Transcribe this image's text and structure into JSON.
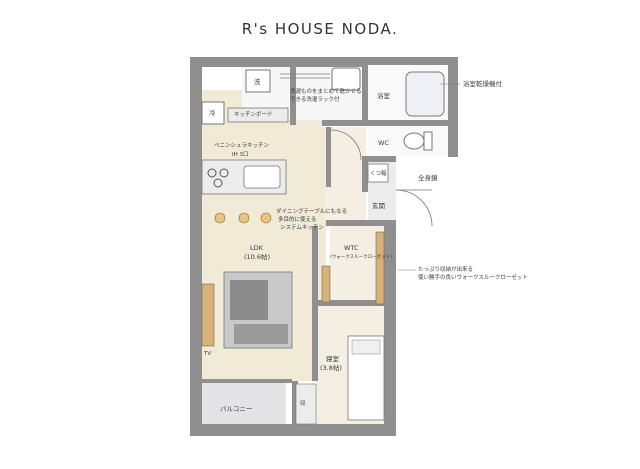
{
  "title": "R's HOUSE NODA.",
  "annotations": {
    "bath_dryer": "浴室乾燥機付",
    "mirror": "全身鏡",
    "walkin_note_1": "たっぷり収納が出来る",
    "walkin_note_2": "使い勝手の良いウォークスルークローゼット",
    "laundry_note_1": "洗濯ものをまとめて乾かせる",
    "laundry_note_2": "できる洗濯ラック付",
    "dining_note_1": "ダイニングテーブルにもなる",
    "dining_note_2": "多目的に使える",
    "dining_note_3": "システムキッチン"
  },
  "rooms": {
    "ldk": "LDK",
    "ldk_size": "(10.6帖)",
    "bedroom": "寝室",
    "bedroom_size": "(3.8帖)",
    "bath": "浴室",
    "wc": "WC",
    "entrance": "玄関",
    "shoe_box": "くつ箱",
    "wtc": "WTC",
    "wtc_sub": "(ウォークスルークローゼット)",
    "balcony": "バルコニー",
    "kitchen_board": "キッチンボード",
    "fridge": "冷",
    "washer": "洗",
    "kitchen": "ペニンシュラキッチン",
    "ih": "IH 3口",
    "tv": "TV",
    "closet": "収"
  }
}
